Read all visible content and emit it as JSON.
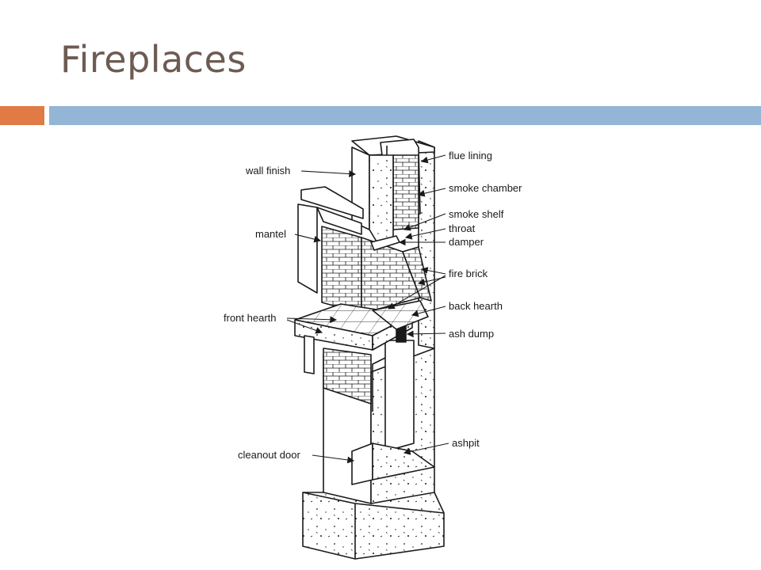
{
  "slide": {
    "title": "Fireplaces",
    "colors": {
      "title": "#6d5b53",
      "accent": "#e07b45",
      "rule": "#93b6d6",
      "ink": "#1a1a1a"
    }
  },
  "diagram": {
    "labels": {
      "flue_lining": "flue lining",
      "smoke_chamber": "smoke chamber",
      "smoke_shelf": "smoke shelf",
      "throat": "throat",
      "damper": "damper",
      "fire_brick": "fire brick",
      "back_hearth": "back hearth",
      "ash_dump": "ash dump",
      "ashpit": "ashpit",
      "wall_finish": "wall finish",
      "mantel": "mantel",
      "front_hearth": "front hearth",
      "cleanout_door": "cleanout door"
    }
  }
}
